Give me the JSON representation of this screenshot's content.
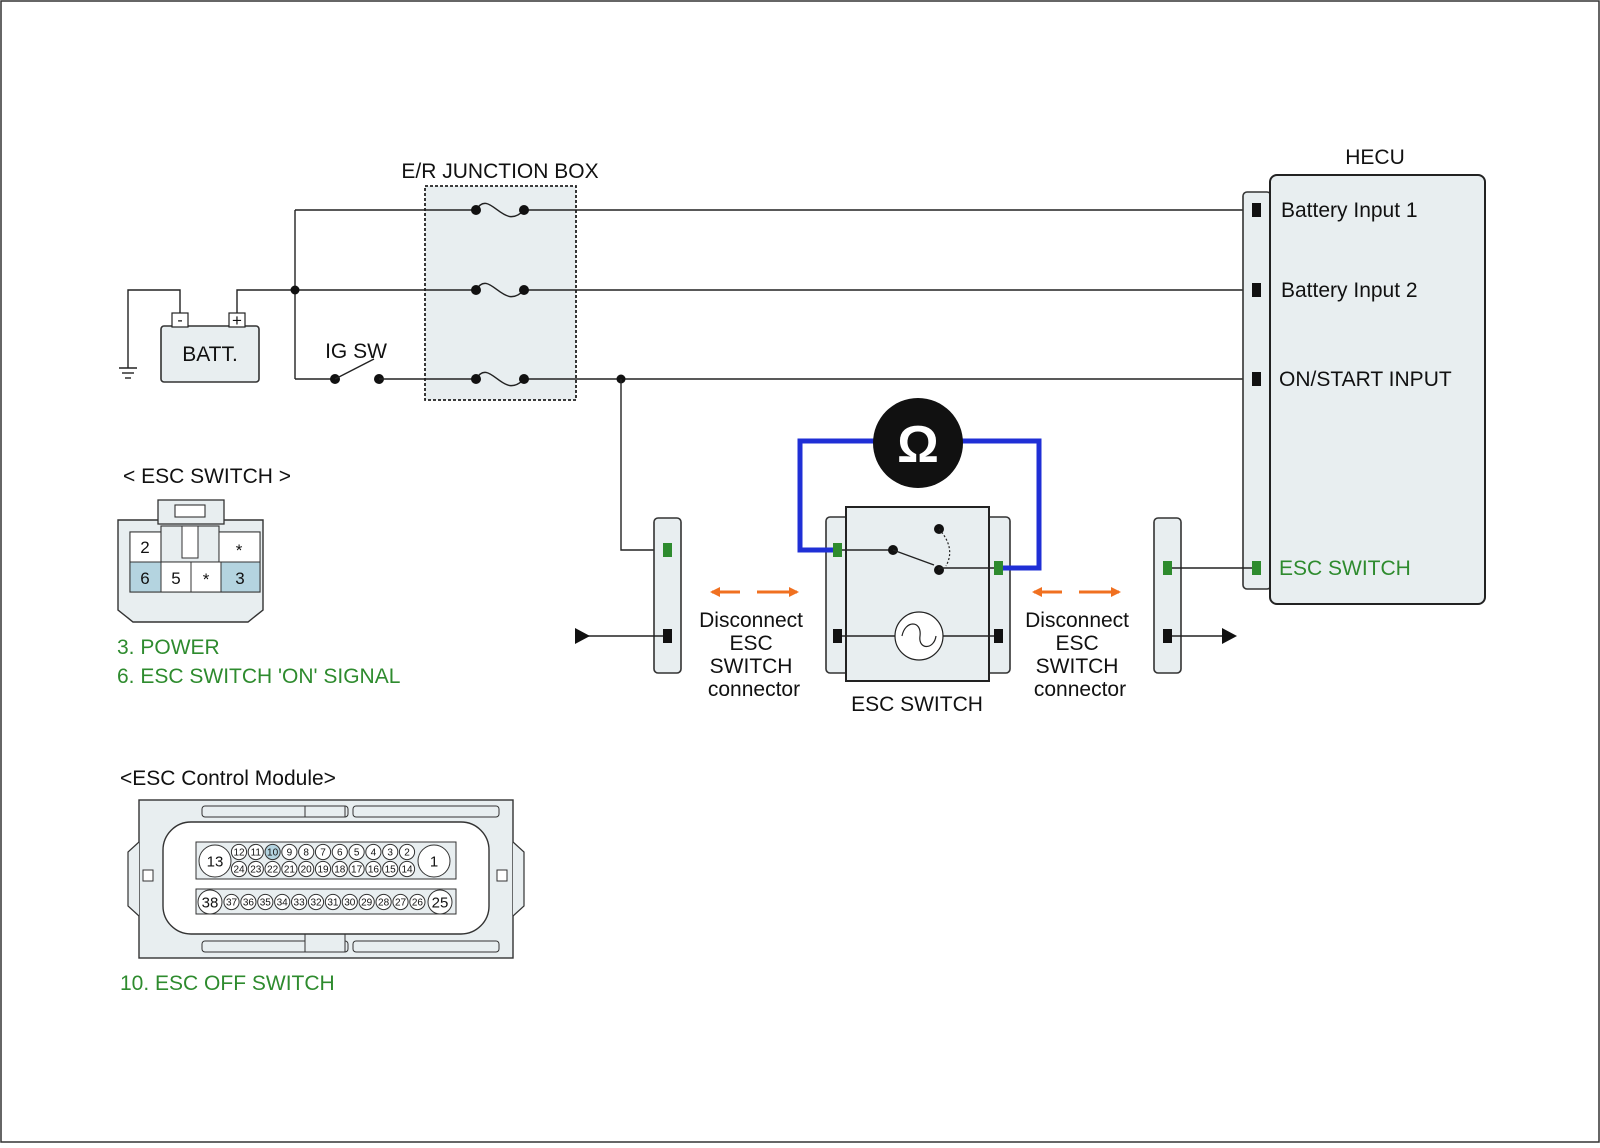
{
  "junction_box": {
    "title": "E/R JUNCTION BOX"
  },
  "battery": {
    "label": "BATT.",
    "neg": "-",
    "pos": "+"
  },
  "ig_switch": {
    "label": "IG SW"
  },
  "hecu": {
    "title": "HECU",
    "pins": [
      "Battery Input 1",
      "Battery Input 2",
      "ON/START INPUT",
      "ESC SWITCH"
    ]
  },
  "meter": {
    "symbol": "Ω"
  },
  "esc_switch_component": {
    "label": "ESC SWITCH"
  },
  "disconnect_left": [
    "Disconnect",
    "ESC",
    "SWITCH",
    "connector"
  ],
  "disconnect_right": [
    "Disconnect",
    "ESC",
    "SWITCH",
    "connector"
  ],
  "esc_switch_connector": {
    "title": "< ESC SWITCH >",
    "top_row": [
      "2",
      "*"
    ],
    "bottom_row": [
      "6",
      "5",
      "*",
      "3"
    ],
    "legend": [
      "3. POWER",
      "6. ESC SWITCH 'ON' SIGNAL"
    ]
  },
  "esc_module_connector": {
    "title": "<ESC Control Module>",
    "big_pins": [
      "13",
      "1",
      "38",
      "25"
    ],
    "row1": [
      "12",
      "11",
      "10",
      "9",
      "8",
      "7",
      "6",
      "5",
      "4",
      "3",
      "2"
    ],
    "row2": [
      "24",
      "23",
      "22",
      "21",
      "20",
      "19",
      "18",
      "17",
      "16",
      "15",
      "14"
    ],
    "row3": [
      "37",
      "36",
      "35",
      "34",
      "33",
      "32",
      "31",
      "30",
      "29",
      "28",
      "27",
      "26"
    ],
    "legend": "10. ESC OFF SWITCH"
  },
  "colors": {
    "measurement_lead": "#1f2fd6",
    "arrow": "#f07020",
    "highlight_pin": "#b4d4e0",
    "green_text": "#2e8b2e"
  }
}
